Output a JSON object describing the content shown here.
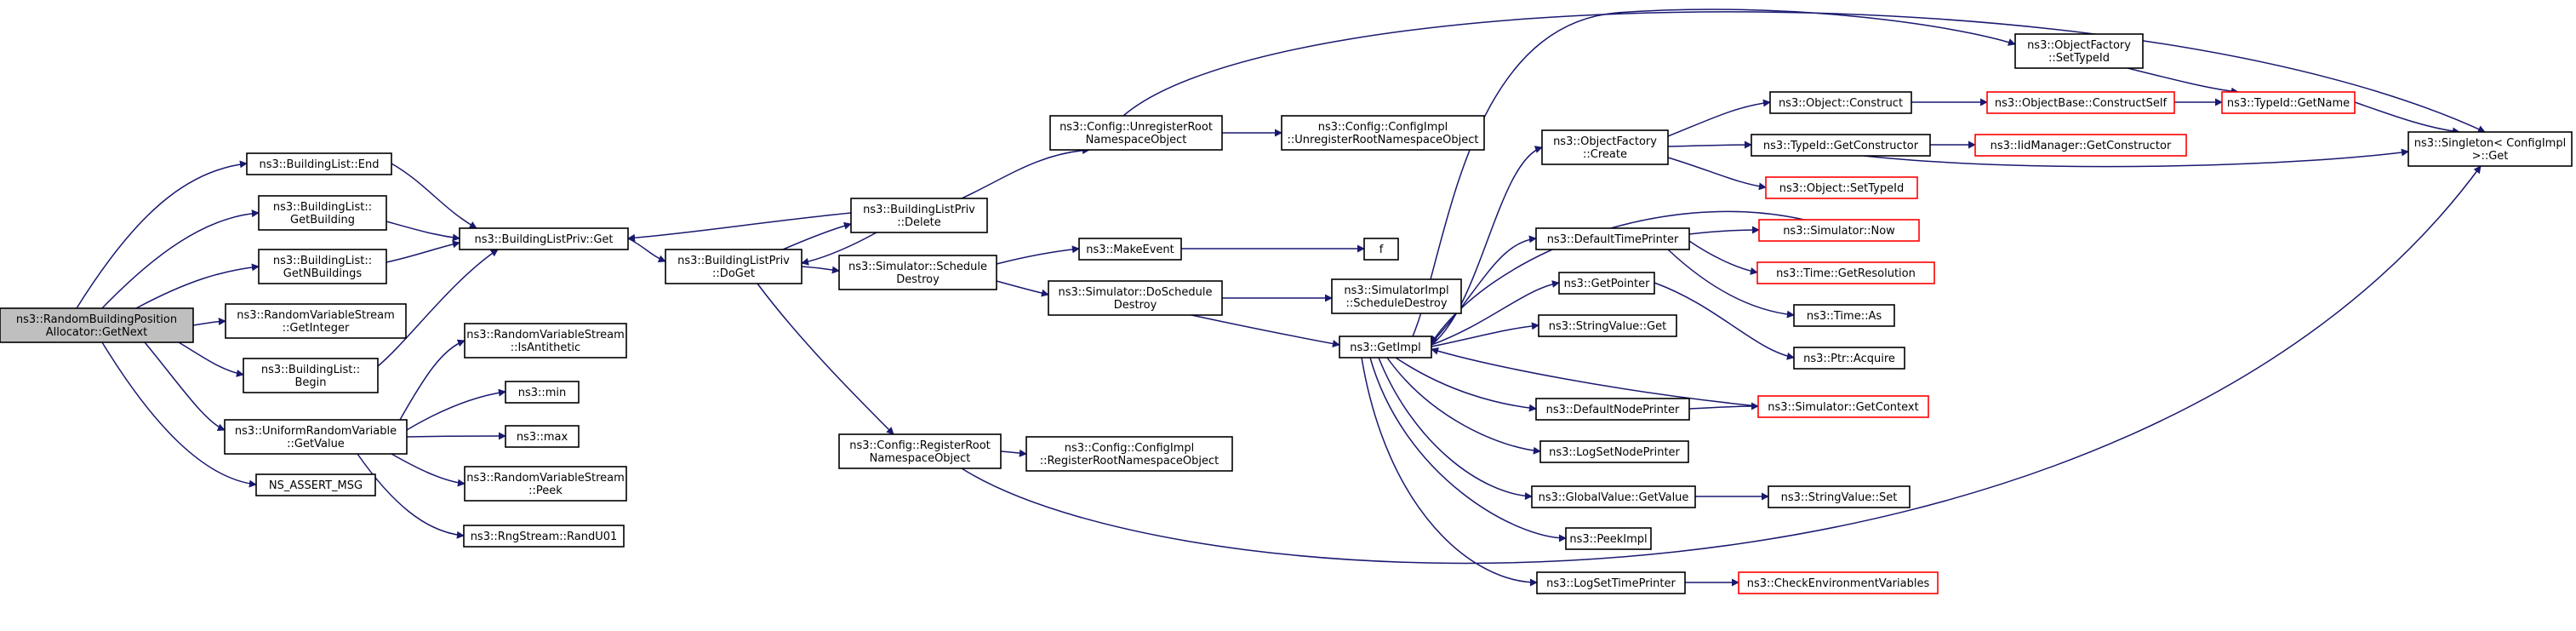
{
  "colors": {
    "edge": "#191970",
    "node_border": "#000000",
    "truncated_node_border": "#ff0000",
    "root_fill": "#bfbfbf",
    "node_fill": "#ffffff"
  },
  "nodes": [
    {
      "id": "root",
      "lines": [
        "ns3::RandomBuildingPosition",
        "Allocator::GetNext"
      ],
      "style": "root"
    },
    {
      "id": "bl_end",
      "lines": [
        "ns3::BuildingList::End"
      ]
    },
    {
      "id": "bl_getbuilding",
      "lines": [
        "ns3::BuildingList::",
        "GetBuilding"
      ]
    },
    {
      "id": "bl_getn",
      "lines": [
        "ns3::BuildingList::",
        "GetNBuildings"
      ]
    },
    {
      "id": "rvs_getint",
      "lines": [
        "ns3::RandomVariableStream",
        "::GetInteger"
      ]
    },
    {
      "id": "bl_begin",
      "lines": [
        "ns3::BuildingList::",
        "Begin"
      ]
    },
    {
      "id": "urv_getvalue",
      "lines": [
        "ns3::UniformRandomVariable",
        "::GetValue"
      ]
    },
    {
      "id": "ns_assert",
      "lines": [
        "NS_ASSERT_MSG"
      ]
    },
    {
      "id": "blp_get",
      "lines": [
        "ns3::BuildingListPriv::Get"
      ]
    },
    {
      "id": "rvs_isanti",
      "lines": [
        "ns3::RandomVariableStream",
        "::IsAntithetic"
      ]
    },
    {
      "id": "min",
      "lines": [
        "ns3::min"
      ]
    },
    {
      "id": "max",
      "lines": [
        "ns3::max"
      ]
    },
    {
      "id": "rvs_peek",
      "lines": [
        "ns3::RandomVariableStream",
        "::Peek"
      ]
    },
    {
      "id": "rng_randu01",
      "lines": [
        "ns3::RngStream::RandU01"
      ]
    },
    {
      "id": "blp_doget",
      "lines": [
        "ns3::BuildingListPriv",
        "::DoGet"
      ]
    },
    {
      "id": "blp_delete",
      "lines": [
        "ns3::BuildingListPriv",
        "::Delete"
      ]
    },
    {
      "id": "sim_schedule_destroy",
      "lines": [
        "ns3::Simulator::Schedule",
        "Destroy"
      ]
    },
    {
      "id": "cfg_register_root",
      "lines": [
        "ns3::Config::RegisterRoot",
        "NamespaceObject"
      ]
    },
    {
      "id": "cfg_unregister_root",
      "lines": [
        "ns3::Config::UnregisterRoot",
        "NamespaceObject"
      ]
    },
    {
      "id": "cfgimpl_unregister",
      "lines": [
        "ns3::Config::ConfigImpl",
        "::UnregisterRootNamespaceObject"
      ]
    },
    {
      "id": "make_event",
      "lines": [
        "ns3::MakeEvent"
      ]
    },
    {
      "id": "f",
      "lines": [
        "f"
      ]
    },
    {
      "id": "sim_doschedule_destroy",
      "lines": [
        "ns3::Simulator::DoSchedule",
        "Destroy"
      ]
    },
    {
      "id": "simimpl_schedule_destroy",
      "lines": [
        "ns3::SimulatorImpl",
        "::ScheduleDestroy"
      ]
    },
    {
      "id": "cfgimpl_register",
      "lines": [
        "ns3::Config::ConfigImpl",
        "::RegisterRootNamespaceObject"
      ]
    },
    {
      "id": "getimpl",
      "lines": [
        "ns3::GetImpl"
      ]
    },
    {
      "id": "objfactory_create",
      "lines": [
        "ns3::ObjectFactory",
        "::Create"
      ]
    },
    {
      "id": "default_time_printer",
      "lines": [
        "ns3::DefaultTimePrinter"
      ]
    },
    {
      "id": "getpointer",
      "lines": [
        "ns3::GetPointer"
      ]
    },
    {
      "id": "stringvalue_get",
      "lines": [
        "ns3::StringValue::Get"
      ]
    },
    {
      "id": "default_node_printer",
      "lines": [
        "ns3::DefaultNodePrinter"
      ]
    },
    {
      "id": "logset_node_printer",
      "lines": [
        "ns3::LogSetNodePrinter"
      ]
    },
    {
      "id": "globalvalue_getvalue",
      "lines": [
        "ns3::GlobalValue::GetValue"
      ]
    },
    {
      "id": "peekimpl",
      "lines": [
        "ns3::PeekImpl"
      ]
    },
    {
      "id": "logset_time_printer",
      "lines": [
        "ns3::LogSetTimePrinter"
      ]
    },
    {
      "id": "objfactory_settypeid",
      "lines": [
        "ns3::ObjectFactory",
        "::SetTypeId"
      ]
    },
    {
      "id": "object_construct",
      "lines": [
        "ns3::Object::Construct"
      ]
    },
    {
      "id": "typeid_getconstructor",
      "lines": [
        "ns3::TypeId::GetConstructor"
      ]
    },
    {
      "id": "object_settypeid",
      "lines": [
        "ns3::Object::SetTypeId"
      ],
      "style": "red"
    },
    {
      "id": "sim_now",
      "lines": [
        "ns3::Simulator::Now"
      ],
      "style": "red"
    },
    {
      "id": "time_getresolution",
      "lines": [
        "ns3::Time::GetResolution"
      ],
      "style": "red"
    },
    {
      "id": "time_as",
      "lines": [
        "ns3::Time::As"
      ]
    },
    {
      "id": "ptr_acquire",
      "lines": [
        "ns3::Ptr::Acquire"
      ]
    },
    {
      "id": "sim_getcontext",
      "lines": [
        "ns3::Simulator::GetContext"
      ],
      "style": "red"
    },
    {
      "id": "stringvalue_set",
      "lines": [
        "ns3::StringValue::Set"
      ]
    },
    {
      "id": "check_env",
      "lines": [
        "ns3::CheckEnvironmentVariables"
      ],
      "style": "red"
    },
    {
      "id": "objbase_constructself",
      "lines": [
        "ns3::ObjectBase::ConstructSelf"
      ],
      "style": "red"
    },
    {
      "id": "iidmanager_getconstructor",
      "lines": [
        "ns3::IidManager::GetConstructor"
      ],
      "style": "red"
    },
    {
      "id": "typeid_getname",
      "lines": [
        "ns3::TypeId::GetName"
      ],
      "style": "red"
    },
    {
      "id": "singleton_get",
      "lines": [
        "ns3::Singleton< ConfigImpl",
        " >::Get"
      ]
    }
  ],
  "edges": [
    [
      "root",
      "bl_end"
    ],
    [
      "root",
      "bl_getbuilding"
    ],
    [
      "root",
      "bl_getn"
    ],
    [
      "root",
      "rvs_getint"
    ],
    [
      "root",
      "bl_begin"
    ],
    [
      "root",
      "urv_getvalue"
    ],
    [
      "root",
      "ns_assert"
    ],
    [
      "bl_end",
      "blp_get"
    ],
    [
      "bl_getbuilding",
      "blp_get"
    ],
    [
      "bl_getn",
      "blp_get"
    ],
    [
      "bl_begin",
      "blp_get"
    ],
    [
      "urv_getvalue",
      "rvs_isanti"
    ],
    [
      "urv_getvalue",
      "min"
    ],
    [
      "urv_getvalue",
      "max"
    ],
    [
      "urv_getvalue",
      "rvs_peek"
    ],
    [
      "urv_getvalue",
      "rng_randu01"
    ],
    [
      "blp_get",
      "blp_doget"
    ],
    [
      "blp_doget",
      "blp_delete"
    ],
    [
      "blp_doget",
      "sim_schedule_destroy"
    ],
    [
      "blp_doget",
      "cfg_register_root"
    ],
    [
      "blp_delete",
      "blp_get"
    ],
    [
      "blp_delete",
      "blp_doget"
    ],
    [
      "blp_delete",
      "cfg_unregister_root"
    ],
    [
      "cfg_unregister_root",
      "cfgimpl_unregister"
    ],
    [
      "cfg_unregister_root",
      "singleton_get"
    ],
    [
      "sim_schedule_destroy",
      "make_event"
    ],
    [
      "sim_schedule_destroy",
      "sim_doschedule_destroy"
    ],
    [
      "make_event",
      "f"
    ],
    [
      "sim_doschedule_destroy",
      "simimpl_schedule_destroy"
    ],
    [
      "sim_doschedule_destroy",
      "getimpl"
    ],
    [
      "cfg_register_root",
      "cfgimpl_register"
    ],
    [
      "cfg_register_root",
      "singleton_get"
    ],
    [
      "getimpl",
      "objfactory_create"
    ],
    [
      "getimpl",
      "default_time_printer"
    ],
    [
      "getimpl",
      "getpointer"
    ],
    [
      "getimpl",
      "stringvalue_get"
    ],
    [
      "getimpl",
      "default_node_printer"
    ],
    [
      "getimpl",
      "logset_node_printer"
    ],
    [
      "getimpl",
      "globalvalue_getvalue"
    ],
    [
      "getimpl",
      "peekimpl"
    ],
    [
      "getimpl",
      "logset_time_printer"
    ],
    [
      "getimpl",
      "objfactory_settypeid"
    ],
    [
      "objfactory_create",
      "object_construct"
    ],
    [
      "objfactory_create",
      "typeid_getconstructor"
    ],
    [
      "objfactory_create",
      "object_settypeid"
    ],
    [
      "default_time_printer",
      "sim_now"
    ],
    [
      "default_time_printer",
      "time_getresolution"
    ],
    [
      "default_time_printer",
      "time_as"
    ],
    [
      "sim_now",
      "getimpl"
    ],
    [
      "sim_getcontext",
      "getimpl"
    ],
    [
      "getpointer",
      "ptr_acquire"
    ],
    [
      "default_node_printer",
      "sim_getcontext"
    ],
    [
      "globalvalue_getvalue",
      "stringvalue_set"
    ],
    [
      "logset_time_printer",
      "check_env"
    ],
    [
      "object_construct",
      "objbase_constructself"
    ],
    [
      "objbase_constructself",
      "typeid_getname"
    ],
    [
      "typeid_getconstructor",
      "iidmanager_getconstructor"
    ],
    [
      "typeid_getconstructor",
      "singleton_get"
    ],
    [
      "objfactory_settypeid",
      "typeid_getname"
    ],
    [
      "typeid_getname",
      "singleton_get"
    ]
  ]
}
